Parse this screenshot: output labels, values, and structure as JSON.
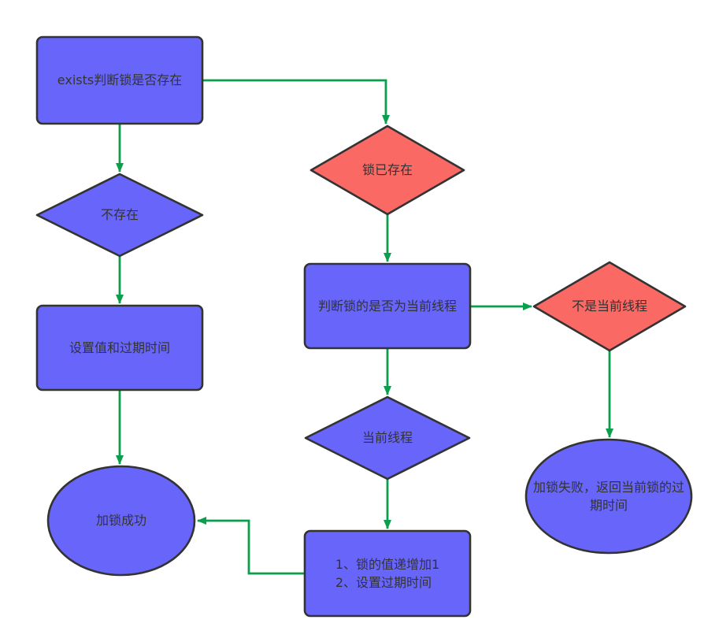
{
  "colors": {
    "canvas-bg": "#ffffff",
    "node-blue": "#6866fa",
    "node-red": "#fa6964",
    "node-border": "#333333",
    "edge-green": "#0b9e4c",
    "label-text": "#333333"
  },
  "diagram": {
    "nodes": [
      {
        "id": "check-exists",
        "shape": "rectangle",
        "fill": "blue",
        "label": "exists判断锁是否存在"
      },
      {
        "id": "not-exists",
        "shape": "diamond",
        "fill": "blue",
        "label": "不存在"
      },
      {
        "id": "set-value-expire",
        "shape": "rectangle",
        "fill": "blue",
        "label": "设置值和过期时间"
      },
      {
        "id": "lock-success",
        "shape": "ellipse",
        "fill": "blue",
        "label": "加锁成功"
      },
      {
        "id": "lock-exists",
        "shape": "diamond",
        "fill": "red",
        "label": "锁已存在"
      },
      {
        "id": "check-thread",
        "shape": "rectangle",
        "fill": "blue",
        "label": "判断锁的是否为当前线程"
      },
      {
        "id": "current-thread",
        "shape": "diamond",
        "fill": "blue",
        "label": "当前线程"
      },
      {
        "id": "incr-value",
        "shape": "rectangle",
        "fill": "blue",
        "lines": [
          "1、锁的值递增加1",
          "2、设置过期时间"
        ]
      },
      {
        "id": "not-current-thread",
        "shape": "diamond",
        "fill": "red",
        "label": "不是当前线程"
      },
      {
        "id": "lock-fail",
        "shape": "ellipse",
        "fill": "blue",
        "label": "加锁失败，返回当前锁的过期时间"
      }
    ],
    "edges": [
      {
        "from": "check-exists",
        "to": "not-exists"
      },
      {
        "from": "check-exists",
        "to": "lock-exists"
      },
      {
        "from": "not-exists",
        "to": "set-value-expire"
      },
      {
        "from": "set-value-expire",
        "to": "lock-success"
      },
      {
        "from": "lock-exists",
        "to": "check-thread"
      },
      {
        "from": "check-thread",
        "to": "not-current-thread"
      },
      {
        "from": "check-thread",
        "to": "current-thread"
      },
      {
        "from": "current-thread",
        "to": "incr-value"
      },
      {
        "from": "incr-value",
        "to": "lock-success"
      },
      {
        "from": "not-current-thread",
        "to": "lock-fail"
      }
    ]
  }
}
